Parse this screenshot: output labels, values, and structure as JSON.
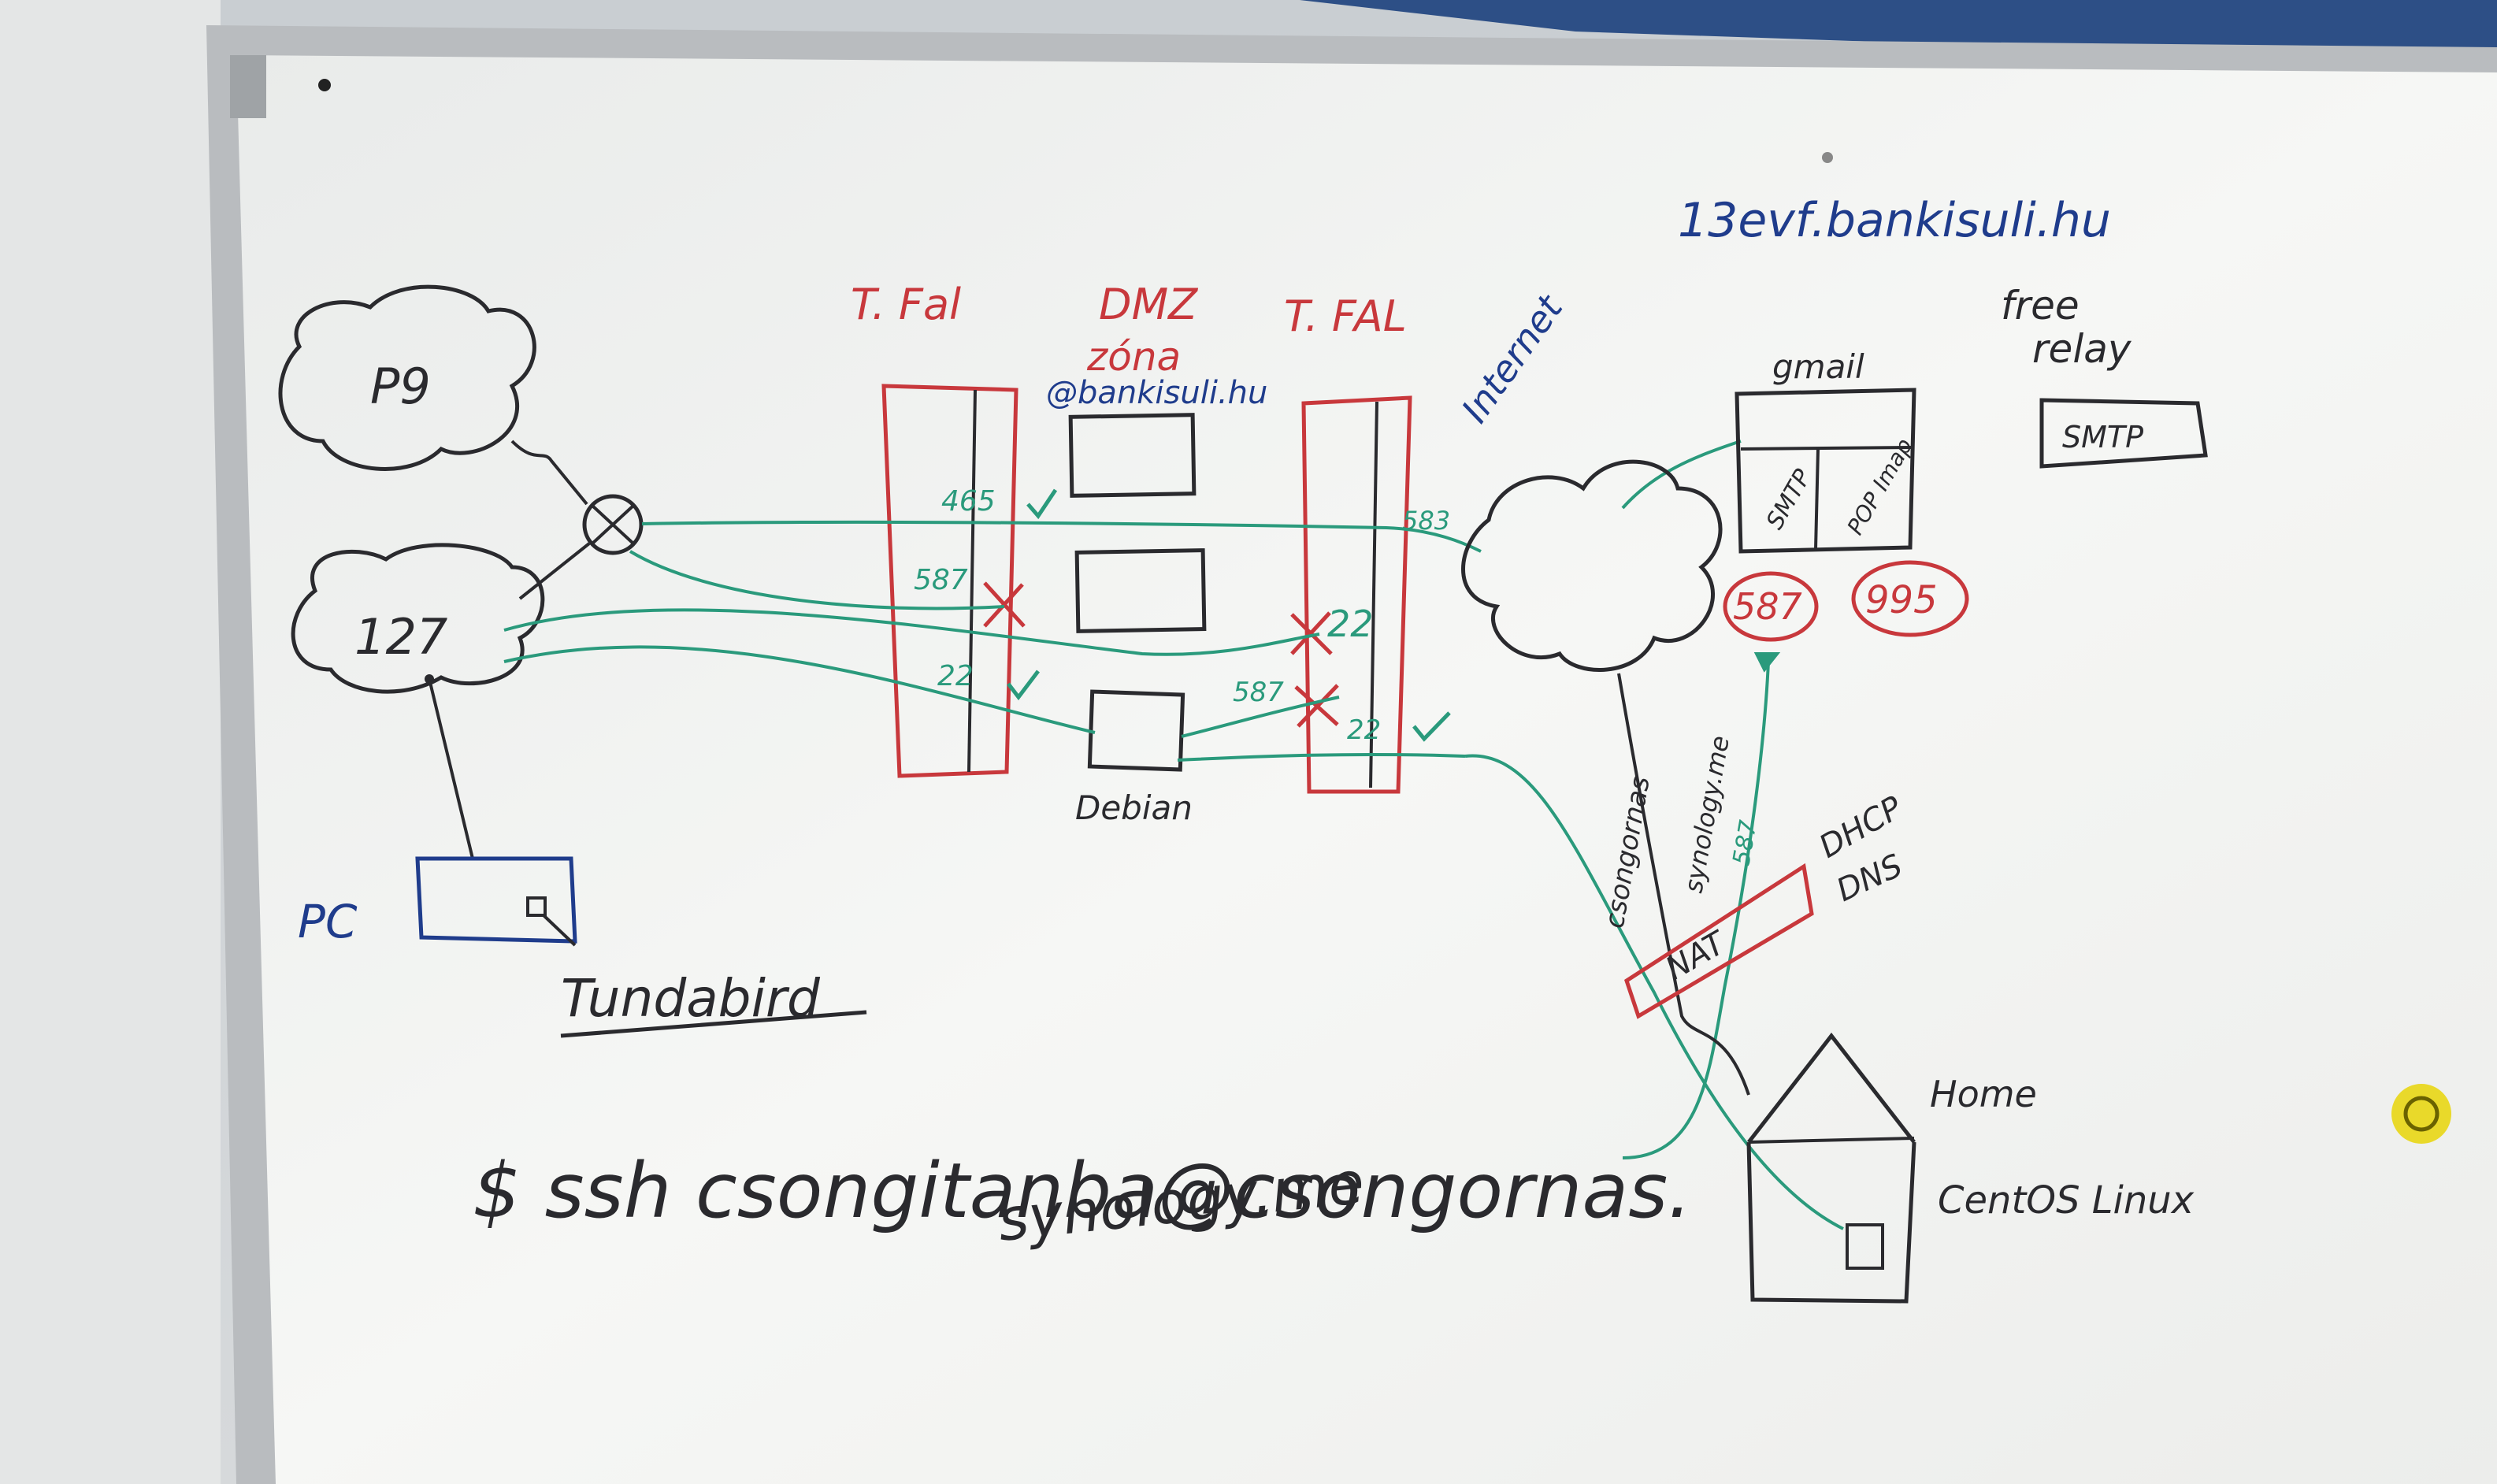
{
  "colors": {
    "board": "#f3f4f2",
    "red_marker": "#c8383c",
    "blue_marker": "#1f3c8c",
    "black_marker": "#2a2a2e",
    "green_marker": "#2a9a7c"
  },
  "labels": {
    "cloud_p9": "P9",
    "cloud_127": "127",
    "pc": "PC",
    "thunderbird": "Tundabird",
    "tfal_left": "T. Fal",
    "dmz": "DMZ",
    "zona": "zóna",
    "domain_dmz": "@bankisuli.hu",
    "port_465": "465",
    "port_587_left": "587",
    "port_22_left": "22",
    "debian": "Debian",
    "tfal_right": "T. FAL",
    "port_587_right": "587",
    "port_22_right_a": "22",
    "port_22_right_b": "22",
    "port_587_cloud": "583",
    "internet": "Internet",
    "domain_top": "13evf.bankisuli.hu",
    "gmail": "gmail",
    "smtp_box": "SMTP",
    "pop_imap": "POP Imap",
    "free_relay_1": "free",
    "free_relay_2": "relay",
    "smtp_relay": "SMTP",
    "circle_587": "587",
    "circle_995": "995",
    "csongornas": "csongornas",
    "synology_me": "synology.me",
    "port_587_nat": "587",
    "nat": "NAT",
    "dhcp": "DHCP",
    "dns": "DNS",
    "home": "Home",
    "centos": "CentOS Linux",
    "ssh_line1": "$ ssh csongitanba@csongornas.",
    "ssh_line2": "synology.me"
  }
}
